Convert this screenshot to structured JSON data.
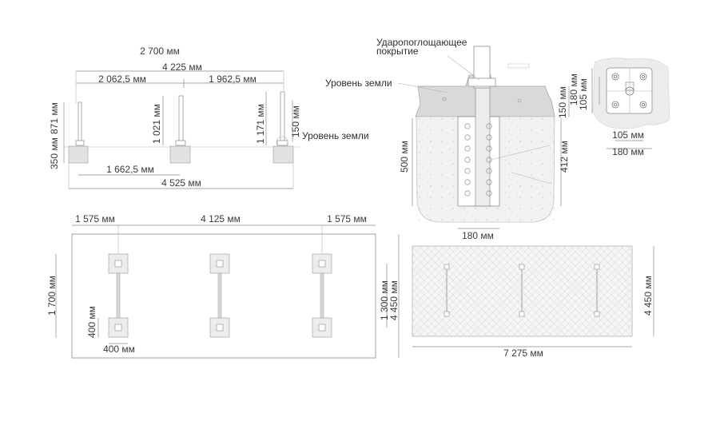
{
  "labels": {
    "ground_level_left": "Уровень земли",
    "ground_level_center": "Уровень земли",
    "surface_line1": "Ударопоглощающее",
    "surface_line2": "покрытие"
  },
  "dimensions": {
    "elevation": {
      "total_width": "2 700 мм",
      "posts_span": "4 225 мм",
      "left_span": "2 062,5 мм",
      "right_span": "1 962,5 мм",
      "base_span": "1 662,5 мм",
      "overall_span": "4 525 мм",
      "left_post_depth": "350 мм",
      "left_post_height": "871 мм",
      "middle_post_height": "1 021 мм",
      "right_post_height": "1 171 мм",
      "right_ground_offset": "150 мм"
    },
    "section": {
      "depth": "500 мм",
      "embed": "412 мм",
      "top": "150 мм",
      "width": "180 мм"
    },
    "plate": {
      "h1": "180 мм",
      "h2": "105 мм",
      "w1": "105 мм",
      "w2": "180 мм"
    },
    "plan": {
      "left": "1 575 мм",
      "middle": "4 125 мм",
      "right": "1 575 мм",
      "left_height": "1 700 мм",
      "pad_height": "400 мм",
      "pad_width": "400 мм",
      "inner_height": "1 300 мм",
      "outer_height": "4 450 мм"
    },
    "zone": {
      "width": "7 275 мм",
      "height": "4 450 мм"
    }
  }
}
